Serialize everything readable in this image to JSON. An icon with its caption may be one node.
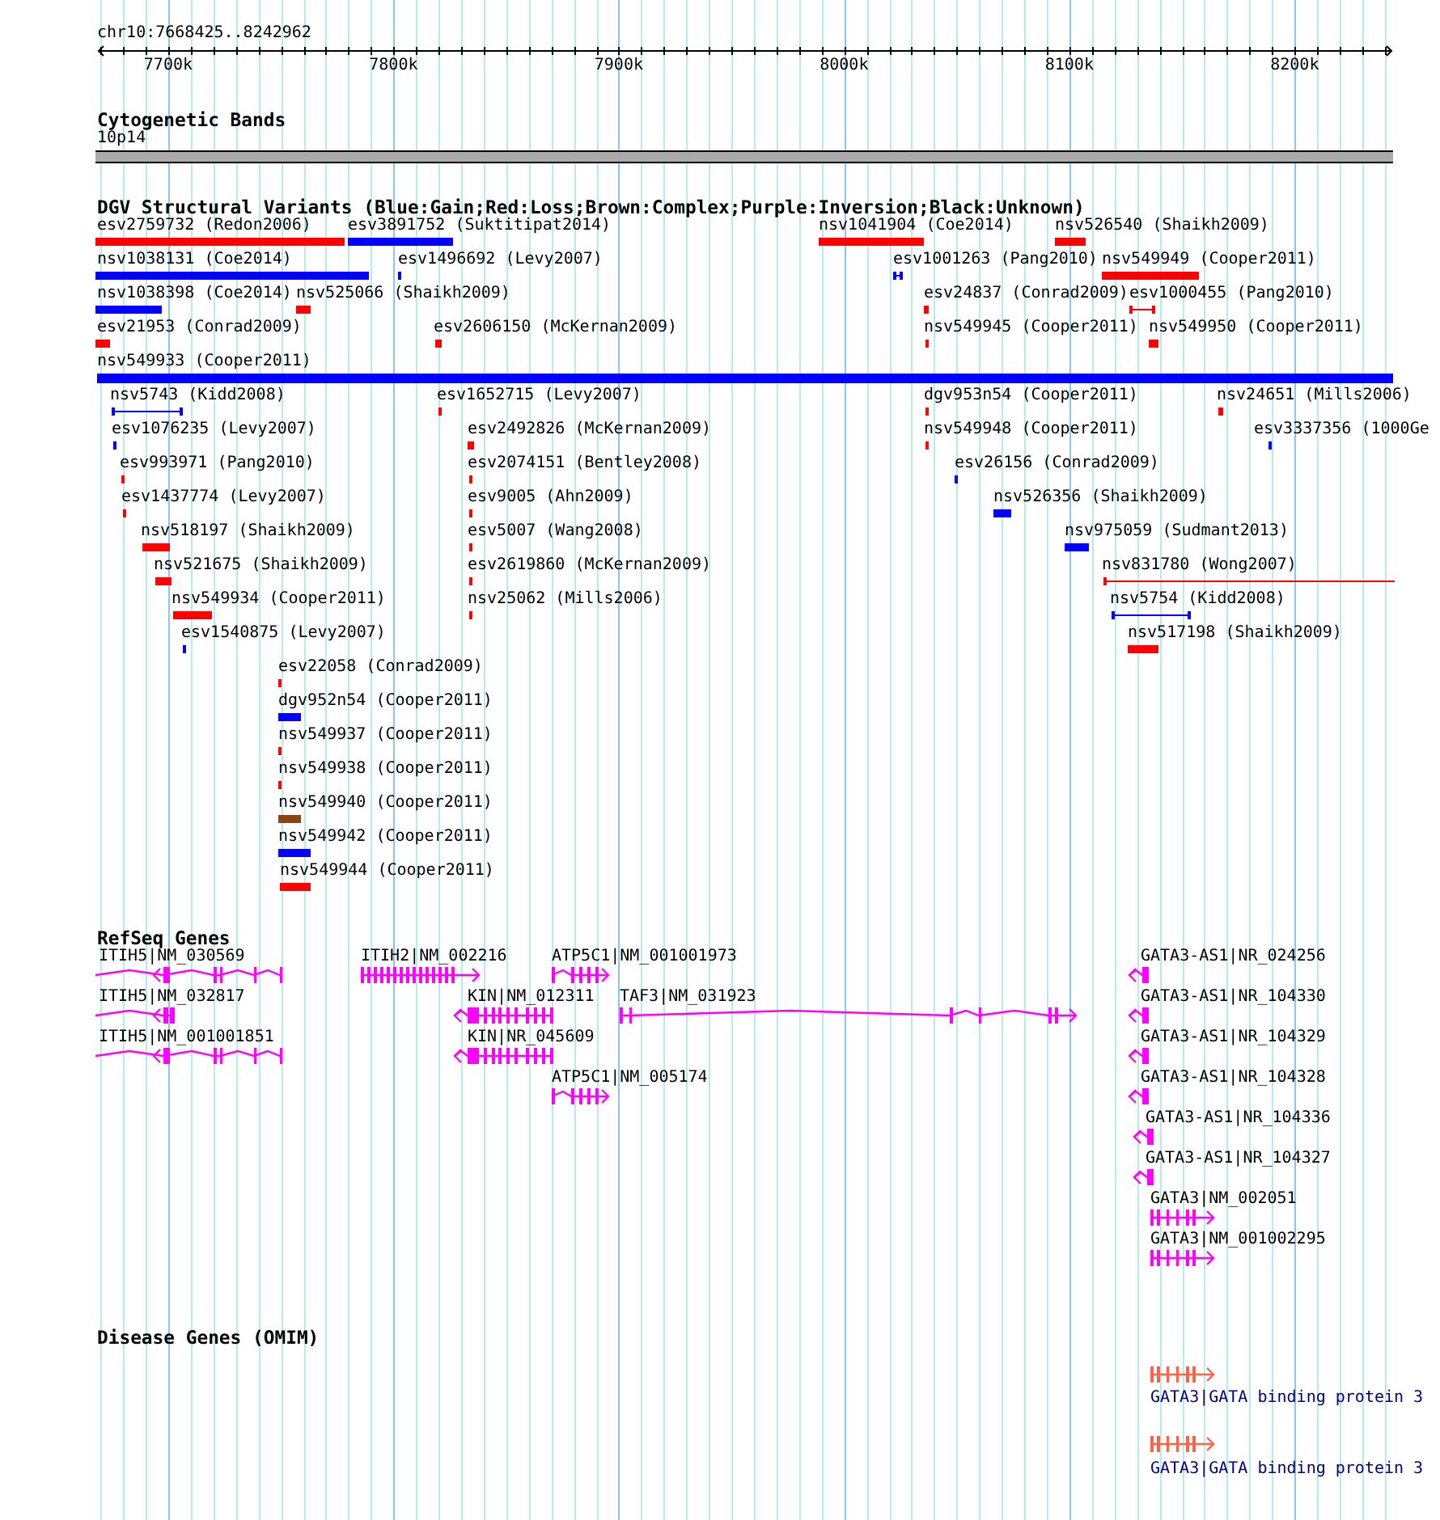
{
  "diagram": {
    "title": "chr10:7668425..8242962",
    "labels": [
      "7700k",
      "7800k",
      "7900k",
      "8000k",
      "8100k",
      "8200k",
      "Cytogenetic Bands",
      "10p14",
      "DGV Structural Variants (Blue:Gain;Red:Loss;Brown:Complex;Purple:Inversion;Black:Unknown)",
      "esv2759732 (Redon2006)",
      "esv3891752 (Suktitipat2014)",
      "nsv1041904 (Coe2014)",
      "nsv526540 (Shaikh2009)",
      "nsv1038131 (Coe2014)",
      "esv1496692 (Levy2007)",
      "esv1001263 (Pang2010)",
      "nsv549949 (Cooper2011)",
      "nsv1038398 (Coe2014)",
      "nsv525066 (Shaikh2009)",
      "esv24837 (Conrad2009)",
      "esv1000455 (Pang2010)",
      "esv21953 (Conrad2009)",
      "esv2606150 (McKernan2009)",
      "nsv549945 (Cooper2011)",
      "nsv549950 (Cooper2011)",
      "nsv549933 (Cooper2011)",
      "nsv5743 (Kidd2008)",
      "esv1652715 (Levy2007)",
      "dgv953n54 (Cooper2011)",
      "nsv24651 (Mills2006)",
      "esv1076235 (Levy2007)",
      "esv2492826 (McKernan2009)",
      "nsv549948 (Cooper2011)",
      "esv3337356 (1000Ge",
      "esv993971 (Pang2010)",
      "esv2074151 (Bentley2008)",
      "esv26156 (Conrad2009)",
      "esv1437774 (Levy2007)",
      "esv9005 (Ahn2009)",
      "nsv526356 (Shaikh2009)",
      "nsv518197 (Shaikh2009)",
      "esv5007 (Wang2008)",
      "nsv975059 (Sudmant2013)",
      "nsv521675 (Shaikh2009)",
      "esv2619860 (McKernan2009)",
      "nsv831780 (Wong2007)",
      "nsv549934 (Cooper2011)",
      "nsv25062 (Mills2006)",
      "nsv5754 (Kidd2008)",
      "esv1540875 (Levy2007)",
      "nsv517198 (Shaikh2009)",
      "esv22058 (Conrad2009)",
      "dgv952n54 (Cooper2011)",
      "nsv549937 (Cooper2011)",
      "nsv549938 (Cooper2011)",
      "nsv549940 (Cooper2011)",
      "nsv549942 (Cooper2011)",
      "nsv549944 (Cooper2011)",
      "RefSeq Genes",
      "ITIH5|NM_030569",
      "ITIH2|NM_002216",
      "ATP5C1|NM_001001973",
      "GATA3-AS1|NR_024256",
      "ITIH5|NM_032817",
      "KIN|NM_012311",
      "TAF3|NM_031923",
      "GATA3-AS1|NR_104330",
      "ITIH5|NM_001001851",
      "KIN|NR_045609",
      "GATA3-AS1|NR_104329",
      "ATP5C1|NM_005174",
      "GATA3-AS1|NR_104328",
      "GATA3-AS1|NR_104336",
      "GATA3-AS1|NR_104327",
      "GATA3|NM_002051",
      "GATA3|NM_001002295",
      "Disease Genes (OMIM)",
      "GATA3|GATA binding protein 3",
      "GATA3|GATA binding protein 3"
    ]
  }
}
